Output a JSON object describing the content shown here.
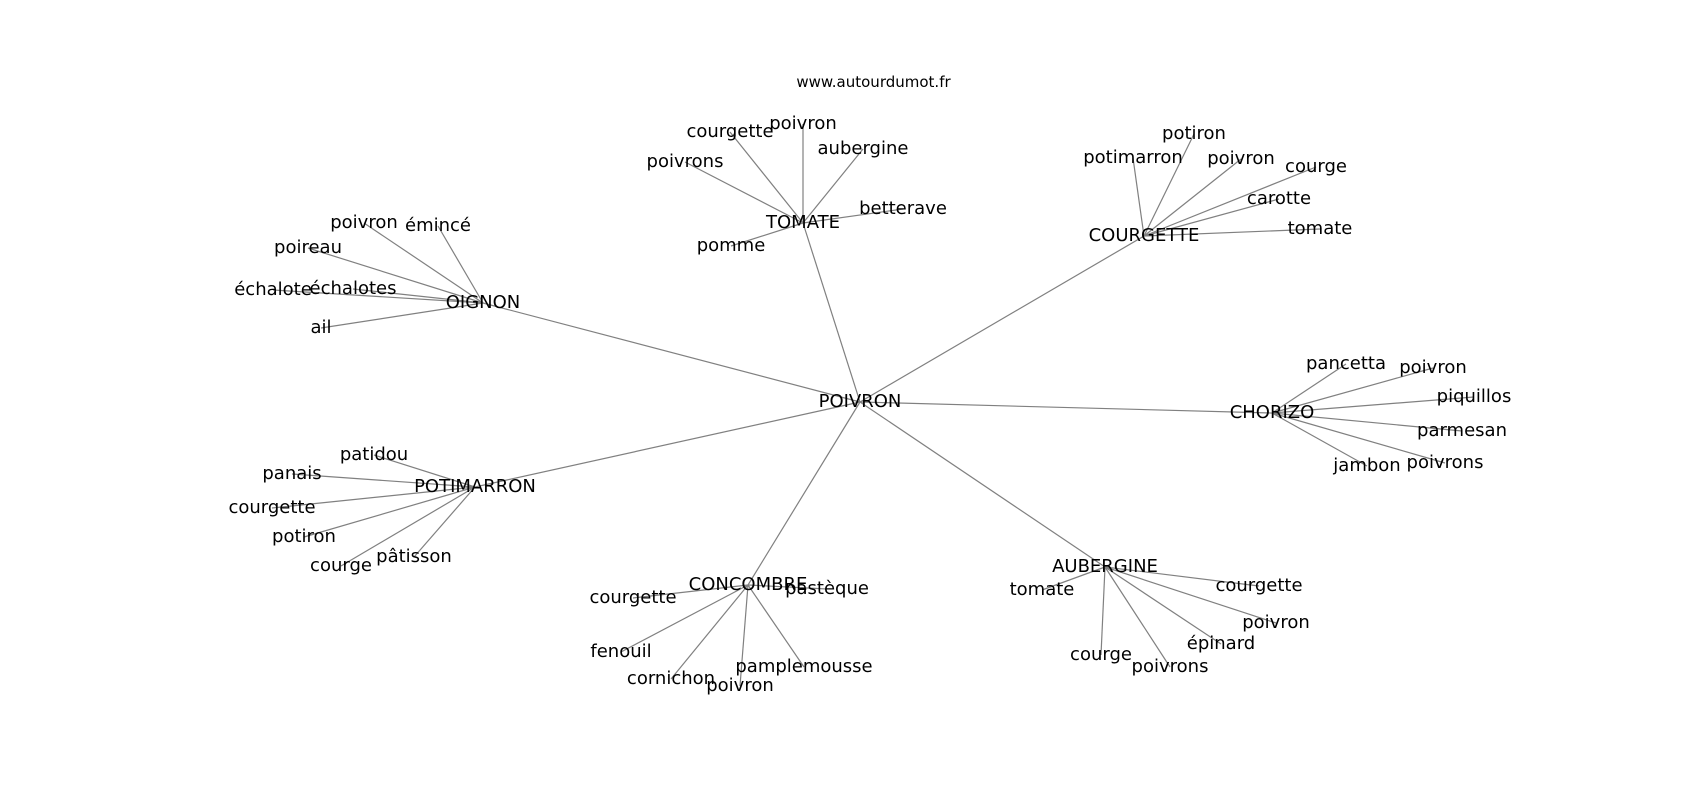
{
  "site": "www.autourdumot.fr",
  "colors": {
    "edge": "#808080",
    "text": "#000000",
    "background": "#ffffff"
  },
  "graph": {
    "center": {
      "id": "poivron",
      "label": "POIVRON"
    },
    "hubs": [
      {
        "id": "tomate",
        "label": "TOMATE",
        "leaves": [
          {
            "id": "tomate-courgette",
            "label": "courgette"
          },
          {
            "id": "tomate-poivron",
            "label": "poivron"
          },
          {
            "id": "tomate-aubergine",
            "label": "aubergine"
          },
          {
            "id": "tomate-poivrons",
            "label": "poivrons"
          },
          {
            "id": "tomate-betterave",
            "label": "betterave"
          },
          {
            "id": "tomate-pomme",
            "label": "pomme"
          }
        ]
      },
      {
        "id": "courgette",
        "label": "COURGETTE",
        "leaves": [
          {
            "id": "courgette-potiron",
            "label": "potiron"
          },
          {
            "id": "courgette-potimarron",
            "label": "potimarron"
          },
          {
            "id": "courgette-poivron",
            "label": "poivron"
          },
          {
            "id": "courgette-courge",
            "label": "courge"
          },
          {
            "id": "courgette-carotte",
            "label": "carotte"
          },
          {
            "id": "courgette-tomate",
            "label": "tomate"
          }
        ]
      },
      {
        "id": "oignon",
        "label": "OIGNON",
        "leaves": [
          {
            "id": "oignon-poivron",
            "label": "poivron"
          },
          {
            "id": "oignon-emince",
            "label": "émincé"
          },
          {
            "id": "oignon-poireau",
            "label": "poireau"
          },
          {
            "id": "oignon-echalote",
            "label": "échalote"
          },
          {
            "id": "oignon-echalotes",
            "label": "échalotes"
          },
          {
            "id": "oignon-ail",
            "label": "ail"
          }
        ]
      },
      {
        "id": "chorizo",
        "label": "CHORIZO",
        "leaves": [
          {
            "id": "chorizo-pancetta",
            "label": "pancetta"
          },
          {
            "id": "chorizo-poivron",
            "label": "poivron"
          },
          {
            "id": "chorizo-piquillos",
            "label": "piquillos"
          },
          {
            "id": "chorizo-parmesan",
            "label": "parmesan"
          },
          {
            "id": "chorizo-jambon",
            "label": "jambon"
          },
          {
            "id": "chorizo-poivrons",
            "label": "poivrons"
          }
        ]
      },
      {
        "id": "potimarron",
        "label": "POTIMARRON",
        "leaves": [
          {
            "id": "potimarron-patidou",
            "label": "patidou"
          },
          {
            "id": "potimarron-panais",
            "label": "panais"
          },
          {
            "id": "potimarron-courgette",
            "label": "courgette"
          },
          {
            "id": "potimarron-potiron",
            "label": "potiron"
          },
          {
            "id": "potimarron-courge",
            "label": "courge"
          },
          {
            "id": "potimarron-patisson",
            "label": "pâtisson"
          }
        ]
      },
      {
        "id": "concombre",
        "label": "CONCOMBRE",
        "leaves": [
          {
            "id": "concombre-courgette",
            "label": "courgette"
          },
          {
            "id": "concombre-pasteque",
            "label": "pastèque"
          },
          {
            "id": "concombre-fenouil",
            "label": "fenouil"
          },
          {
            "id": "concombre-cornichon",
            "label": "cornichon"
          },
          {
            "id": "concombre-poivron",
            "label": "poivron"
          },
          {
            "id": "concombre-pamplemousse",
            "label": "pamplemousse"
          }
        ]
      },
      {
        "id": "aubergine",
        "label": "AUBERGINE",
        "leaves": [
          {
            "id": "aubergine-tomate",
            "label": "tomate"
          },
          {
            "id": "aubergine-courgette",
            "label": "courgette"
          },
          {
            "id": "aubergine-poivron",
            "label": "poivron"
          },
          {
            "id": "aubergine-epinard",
            "label": "épinard"
          },
          {
            "id": "aubergine-courge",
            "label": "courge"
          },
          {
            "id": "aubergine-poivrons",
            "label": "poivrons"
          }
        ]
      }
    ]
  }
}
